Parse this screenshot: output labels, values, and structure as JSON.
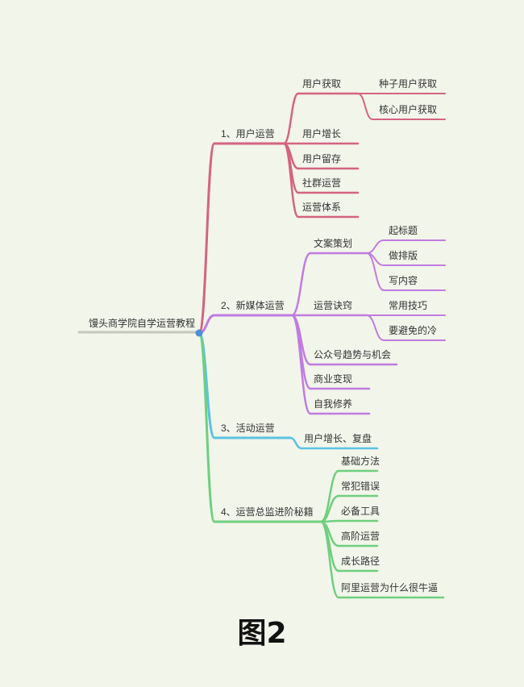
{
  "root": {
    "label": "馒头商学院自学运营教程",
    "line_color": "#c6c7bc",
    "dot_color": "#4a90d9"
  },
  "branches": [
    {
      "label": "1、用户运营",
      "color": "#d4647f",
      "children": [
        {
          "label": "用户获取",
          "children": [
            {
              "label": "种子用户获取"
            },
            {
              "label": "核心用户获取"
            }
          ]
        },
        {
          "label": "用户增长"
        },
        {
          "label": "用户留存"
        },
        {
          "label": "社群运营"
        },
        {
          "label": "运营体系"
        }
      ]
    },
    {
      "label": "2、新媒体运营",
      "color": "#c07ce0",
      "children": [
        {
          "label": "文案策划",
          "children": [
            {
              "label": "起标题"
            },
            {
              "label": "做排版"
            },
            {
              "label": "写内容"
            }
          ]
        },
        {
          "label": "运营诀窍",
          "children": [
            {
              "label": "常用技巧"
            },
            {
              "label": "要避免的冷"
            }
          ]
        },
        {
          "label": "公众号趋势与机会"
        },
        {
          "label": "商业变现"
        },
        {
          "label": "自我修养"
        }
      ]
    },
    {
      "label": "3、活动运营",
      "color": "#5bc3e2",
      "children": [
        {
          "label": "用户增长、复盘"
        }
      ]
    },
    {
      "label": "4、运营总监进阶秘籍",
      "color": "#6fcf7e",
      "children": [
        {
          "label": "基础方法"
        },
        {
          "label": "常犯错误"
        },
        {
          "label": "必备工具"
        },
        {
          "label": "高阶运营"
        },
        {
          "label": "成长路径"
        },
        {
          "label": "阿里运营为什么很牛逼"
        }
      ]
    }
  ],
  "caption": "图2"
}
